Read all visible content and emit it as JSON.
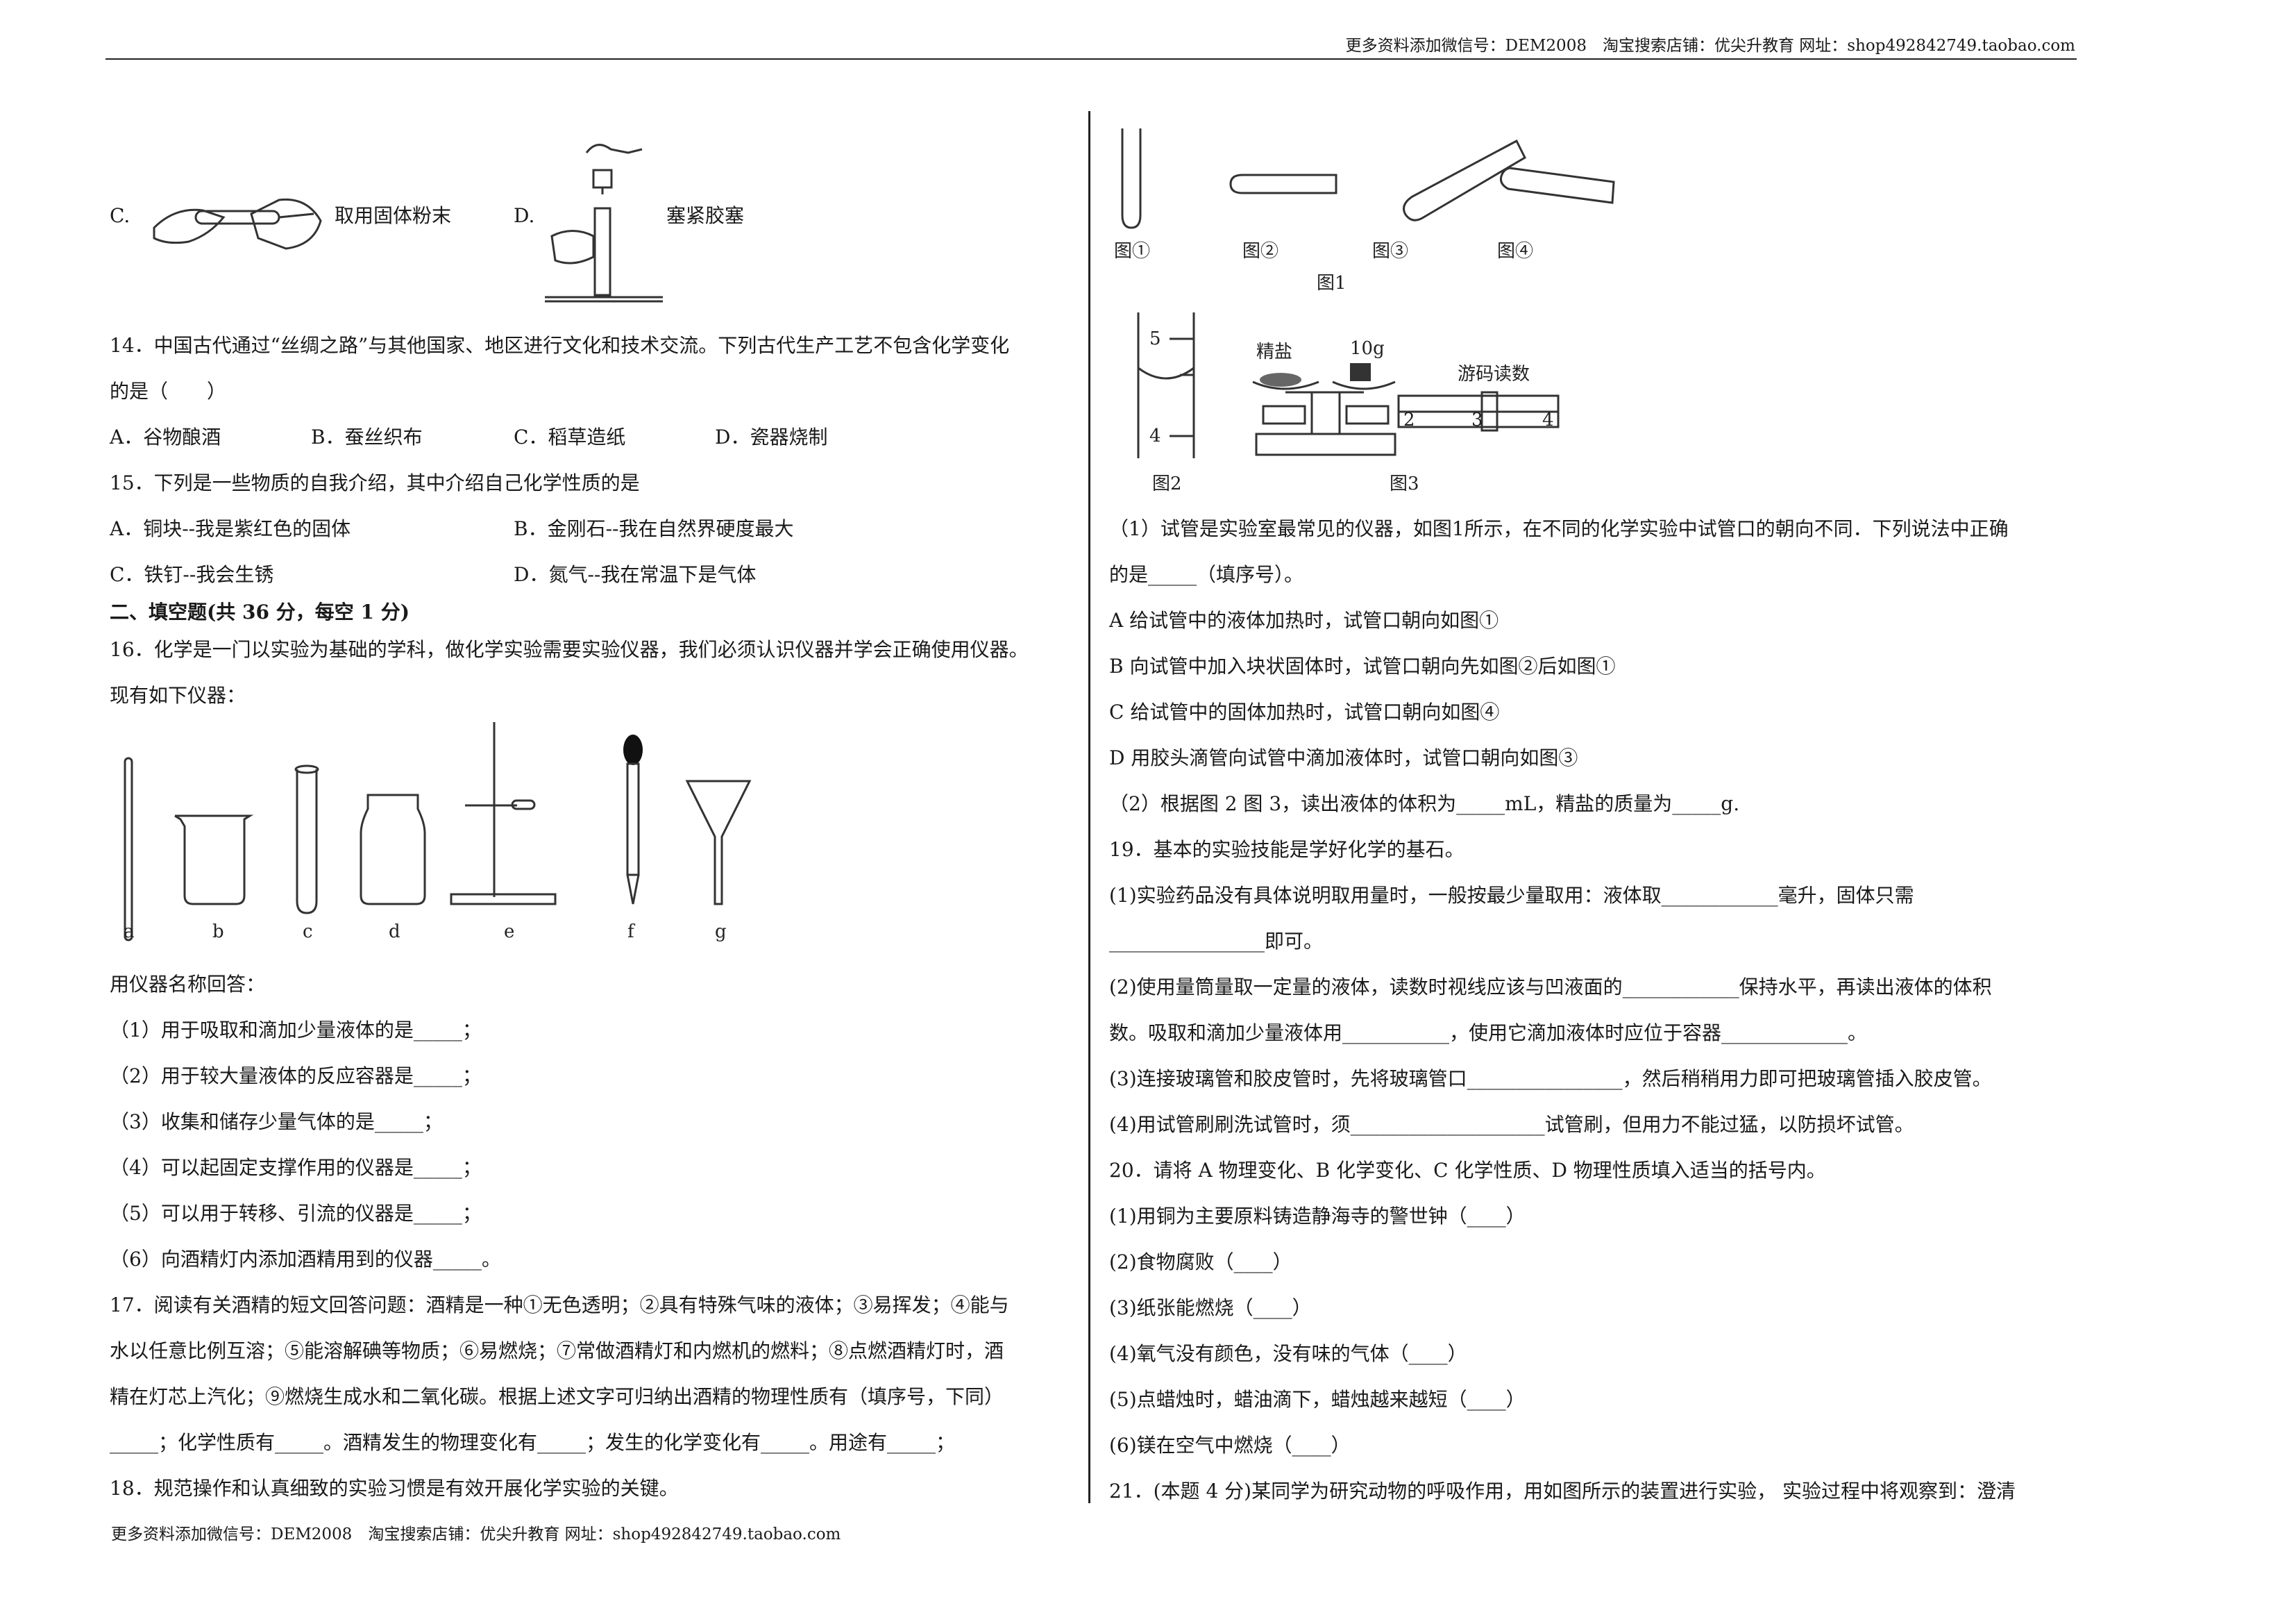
{
  "header": {
    "text": "更多资料添加微信号：DEM2008　淘宝搜索店铺：优尖升教育  网址：shop492842749.taobao.com"
  },
  "footer": {
    "text": "更多资料添加微信号：DEM2008　淘宝搜索店铺：优尖升教育  网址：shop492842749.taobao.com"
  },
  "left": {
    "q13": {
      "c_letter": "C.",
      "c_text": "取用固体粉末",
      "d_letter": "D.",
      "d_text": "塞紧胶塞"
    },
    "q14": {
      "line1": "14．中国古代通过“丝绸之路”与其他国家、地区进行文化和技术交流。下列古代生产工艺不包含化学变化",
      "line2": "的是（　　）",
      "opts": [
        "A．谷物酿酒",
        "B．蚕丝织布",
        "C．稻草造纸",
        "D．瓷器烧制"
      ]
    },
    "q15": {
      "stem": "15．下列是一些物质的自我介绍，其中介绍自己化学性质的是",
      "a": "A．铜块--我是紫红色的固体",
      "b": "B．金刚石--我在自然界硬度最大",
      "c": "C．铁钉--我会生锈",
      "d": "D．氮气--我在常温下是气体"
    },
    "section2": "二、填空题(共 36 分，每空 1 分)",
    "q16": {
      "line1": "16．化学是一门以实验为基础的学科，做化学实验需要实验仪器，我们必须认识仪器并学会正确使用仪器。",
      "line2": "现有如下仪器：",
      "labels": [
        "a",
        "b",
        "c",
        "d",
        "e",
        "f",
        "g"
      ],
      "intro": "用仪器名称回答：",
      "items": [
        "（1）用于吸取和滴加少量液体的是_____；",
        "（2）用于较大量液体的反应容器是_____；",
        "（3）收集和储存少量气体的是_____；",
        "（4）可以起固定支撑作用的仪器是_____；",
        "（5）可以用于转移、引流的仪器是_____；",
        "（6）向酒精灯内添加酒精用到的仪器_____。"
      ]
    },
    "q17": {
      "lines": [
        "17．阅读有关酒精的短文回答问题：酒精是一种①无色透明；②具有特殊气味的液体；③易挥发；④能与",
        "水以任意比例互溶；⑤能溶解碘等物质；⑥易燃烧；⑦常做酒精灯和内燃机的燃料；⑧点燃酒精灯时，酒",
        "精在灯芯上汽化；⑨燃烧生成水和二氧化碳。根据上述文字可归纳出酒精的物理性质有（填序号，下同）",
        "_____；化学性质有_____。酒精发生的物理变化有_____；发生的化学变化有_____。用途有_____；"
      ]
    },
    "q18": {
      "stem": "18．规范操作和认真细致的实验习惯是有效开展化学实验的关键。"
    }
  },
  "right": {
    "fig1": {
      "labels": [
        "图①",
        "图②",
        "图③",
        "图④"
      ],
      "caption": "图1"
    },
    "fig2": {
      "caption": "图2",
      "tick_top": "5",
      "tick_bottom": "4"
    },
    "fig3": {
      "caption": "图3",
      "salt": "精盐",
      "weight": "10g",
      "rider": "游码读数",
      "ticks": [
        "2",
        "3",
        "4"
      ]
    },
    "q18": {
      "p1_line1": "（1）试管是实验室最常见的仪器，如图1所示，在不同的化学实验中试管口的朝向不同．下列说法中正确",
      "p1_line2": "的是_____（填序号）。",
      "opts": [
        "A  给试管中的液体加热时，试管口朝向如图①",
        "B  向试管中加入块状固体时，试管口朝向先如图②后如图①",
        "C  给试管中的固体加热时，试管口朝向如图④",
        "D  用胶头滴管向试管中滴加液体时，试管口朝向如图③"
      ],
      "p2": "（2）根据图 2 图 3，读出液体的体积为_____mL，精盐的质量为_____g."
    },
    "q19": {
      "stem": "19．基本的实验技能是学好化学的基石。",
      "lines": [
        "(1)实验药品没有具体说明取用量时，一般按最少量取用：液体取____________毫升，固体只需",
        "________________即可。",
        "(2)使用量筒量取一定量的液体，读数时视线应该与凹液面的____________保持水平，再读出液体的体积",
        "数。吸取和滴加少量液体用___________，使用它滴加液体时应位于容器_____________。",
        "(3)连接玻璃管和胶皮管时，先将玻璃管口________________，然后稍稍用力即可把玻璃管插入胶皮管。",
        "(4)用试管刷刷洗试管时，须____________________试管刷，但用力不能过猛，以防损坏试管。"
      ]
    },
    "q20": {
      "stem": "20．请将 A 物理变化、B 化学变化、C 化学性质、D 物理性质填入适当的括号内。",
      "items": [
        "(1)用铜为主要原料铸造静海寺的警世钟（____）",
        "(2)食物腐败（____）",
        "(3)纸张能燃烧（____）",
        "(4)氧气没有颜色，没有味的气体（____）",
        "(5)点蜡烛时，蜡油滴下，蜡烛越来越短（____）",
        "(6)镁在空气中燃烧（____）"
      ]
    },
    "q21": {
      "line": "21．(本题 4 分)某同学为研究动物的呼吸作用，用如图所示的装置进行实验，  实验过程中将观察到：澄清"
    }
  }
}
